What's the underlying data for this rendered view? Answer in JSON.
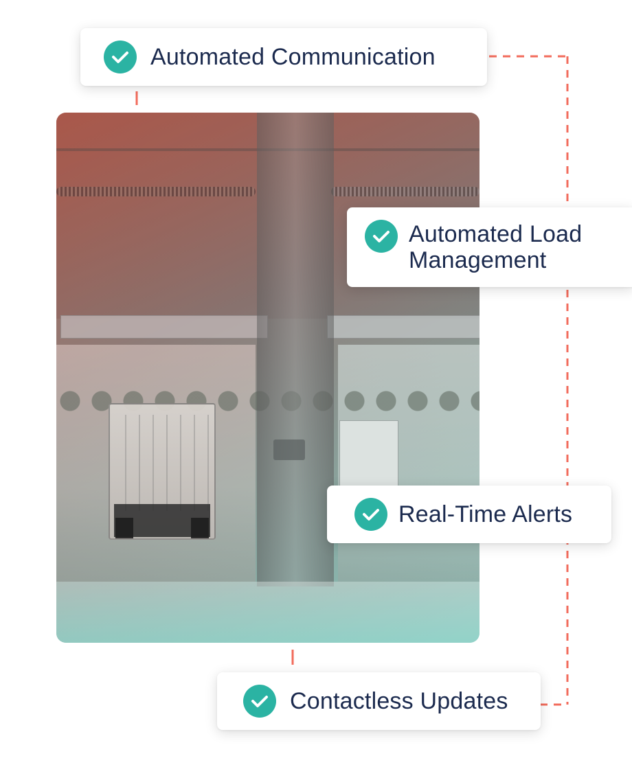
{
  "features": {
    "item1": {
      "label": "Automated Communication",
      "icon": "check-icon"
    },
    "item2": {
      "label": "Automated Load Management",
      "icon": "check-icon"
    },
    "item3": {
      "label": "Real-Time Alerts",
      "icon": "check-icon"
    },
    "item4": {
      "label": "Contactless Updates",
      "icon": "check-icon"
    }
  },
  "colors": {
    "accent": "#2bb3a3",
    "text": "#1b2a4e",
    "connector": "#f26b5b"
  }
}
